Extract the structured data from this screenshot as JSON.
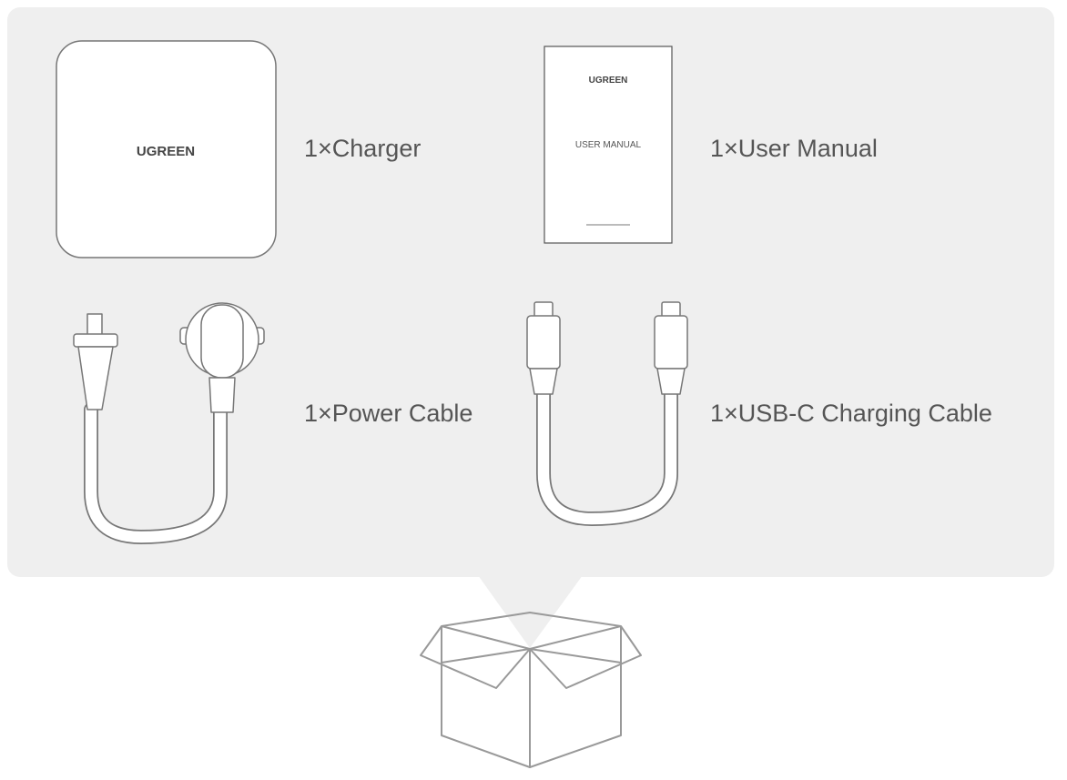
{
  "brand": "UGREEN",
  "items": [
    {
      "key": "charger",
      "label": "1×Charger"
    },
    {
      "key": "manual",
      "label": "1×User Manual"
    },
    {
      "key": "power",
      "label": "1×Power Cable"
    },
    {
      "key": "usbc",
      "label": "1×USB-C Charging Cable"
    }
  ],
  "manual": {
    "title": "USER MANUAL"
  },
  "colors": {
    "panel": "#efefef",
    "stroke": "#888888",
    "text": "#555555"
  }
}
